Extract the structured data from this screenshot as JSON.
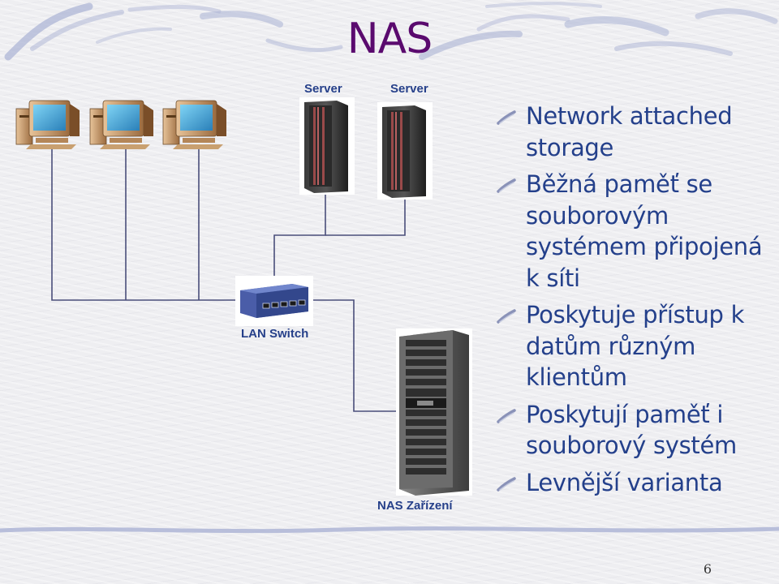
{
  "slide": {
    "title": "NAS",
    "page_number": "6"
  },
  "diagram": {
    "labels": {
      "server_left": "Server",
      "server_right": "Server",
      "switch": "LAN Switch",
      "nas": "NAS Zařízení"
    },
    "label_color": "#26408a"
  },
  "bullets": [
    "Network attached storage",
    "Běžná paměť se souborovým systémem připojená k síti",
    "Poskytuje přístup k datům různým klientům",
    "Poskytují paměť i souborový systém",
    "Levnější varianta"
  ],
  "colors": {
    "title": "#5a0a6e",
    "text": "#24408b",
    "accent_stripe": "#aab2d4"
  }
}
